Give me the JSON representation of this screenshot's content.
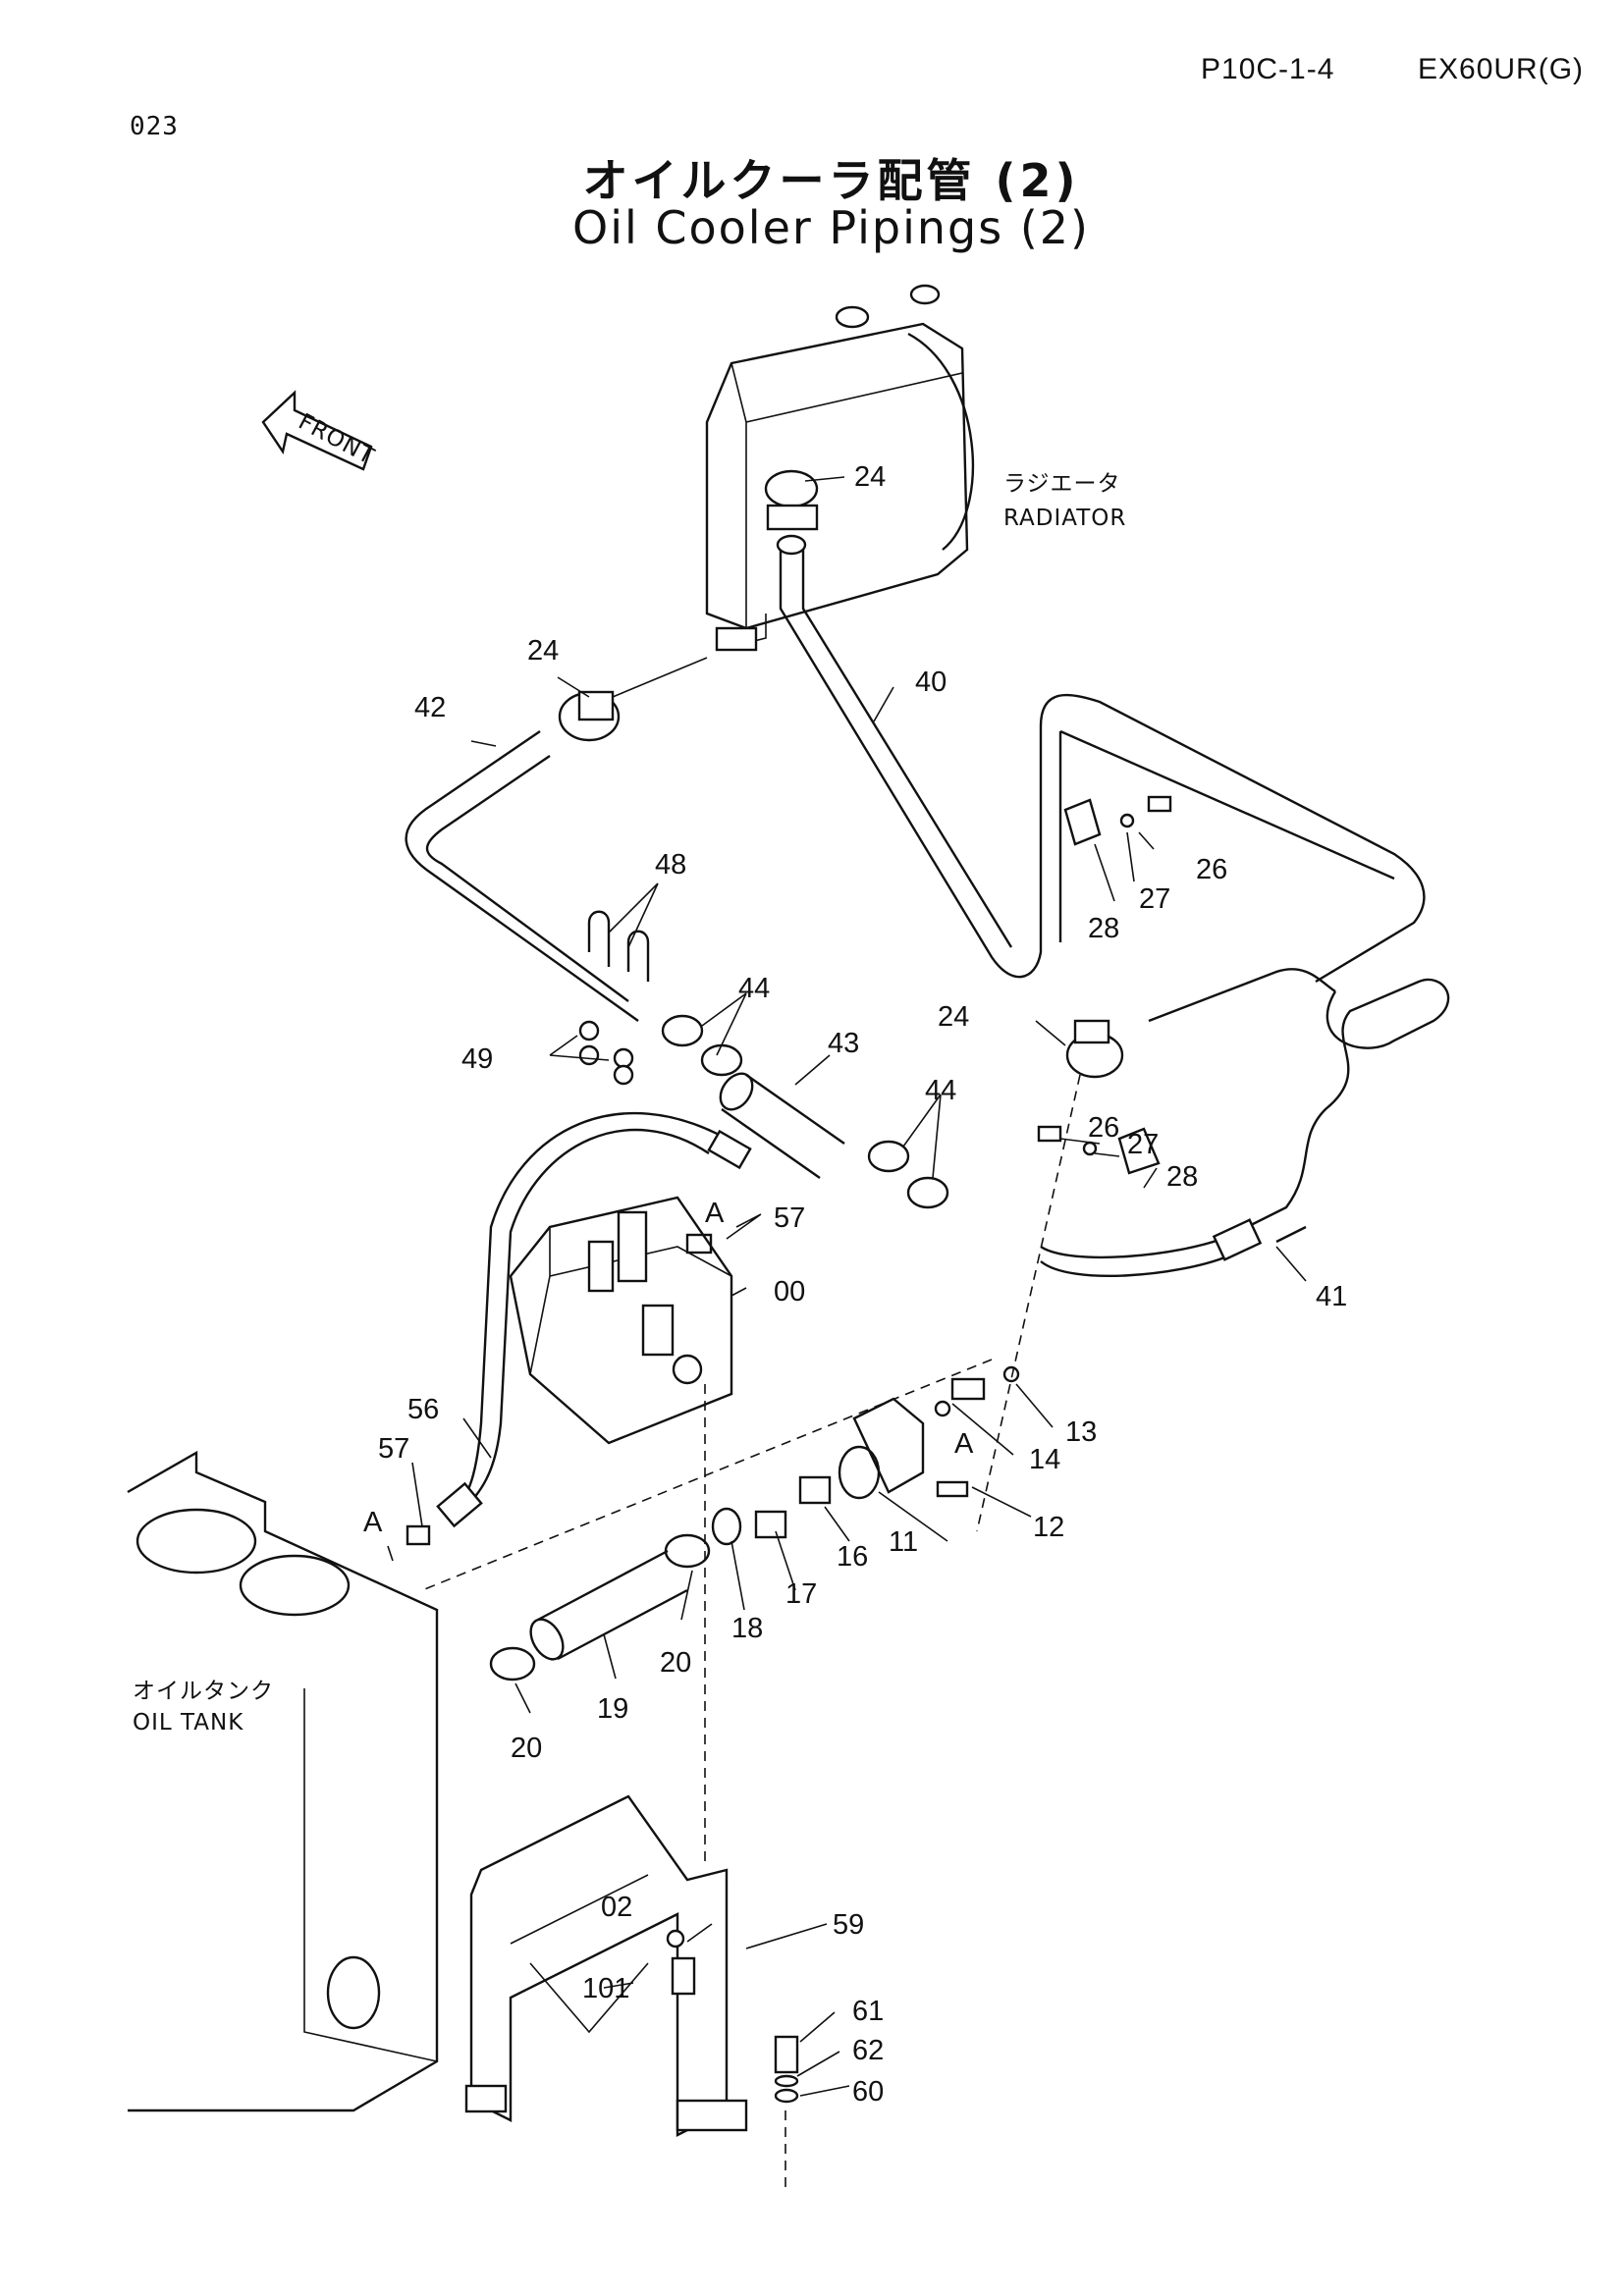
{
  "header": {
    "page_code": "P10C-1-4",
    "model": "EX60UR(G)",
    "page_number": "023"
  },
  "title": {
    "japanese": "オイルクーラ配管 (2)",
    "english": "Oil Cooler Pipings (2)"
  },
  "front_marker": "FRONT",
  "components": {
    "radiator_jp": "ラジエータ",
    "radiator_en": "RADIATOR",
    "oil_tank_jp": "オイルタンク",
    "oil_tank_en": "OIL TANK"
  },
  "callouts": {
    "c24a": "24",
    "c24b": "24",
    "c24c": "24",
    "c40": "40",
    "c42": "42",
    "c48": "48",
    "c49": "49",
    "c44a": "44",
    "c44b": "44",
    "c43": "43",
    "c26a": "26",
    "c27a": "27",
    "c28a": "28",
    "c26b": "26",
    "c27b": "27",
    "c28b": "28",
    "c41": "41",
    "c57a": "57",
    "c57b": "57",
    "c00": "00",
    "c56": "56",
    "c13": "13",
    "c14": "14",
    "c12": "12",
    "c11": "11",
    "c16": "16",
    "c17": "17",
    "c18": "18",
    "c20a": "20",
    "c20b": "20",
    "c19": "19",
    "c02": "02",
    "c59": "59",
    "c101": "101",
    "c61": "61",
    "c62": "62",
    "c60": "60",
    "cA1": "A",
    "cA2": "A",
    "cA3": "A"
  }
}
